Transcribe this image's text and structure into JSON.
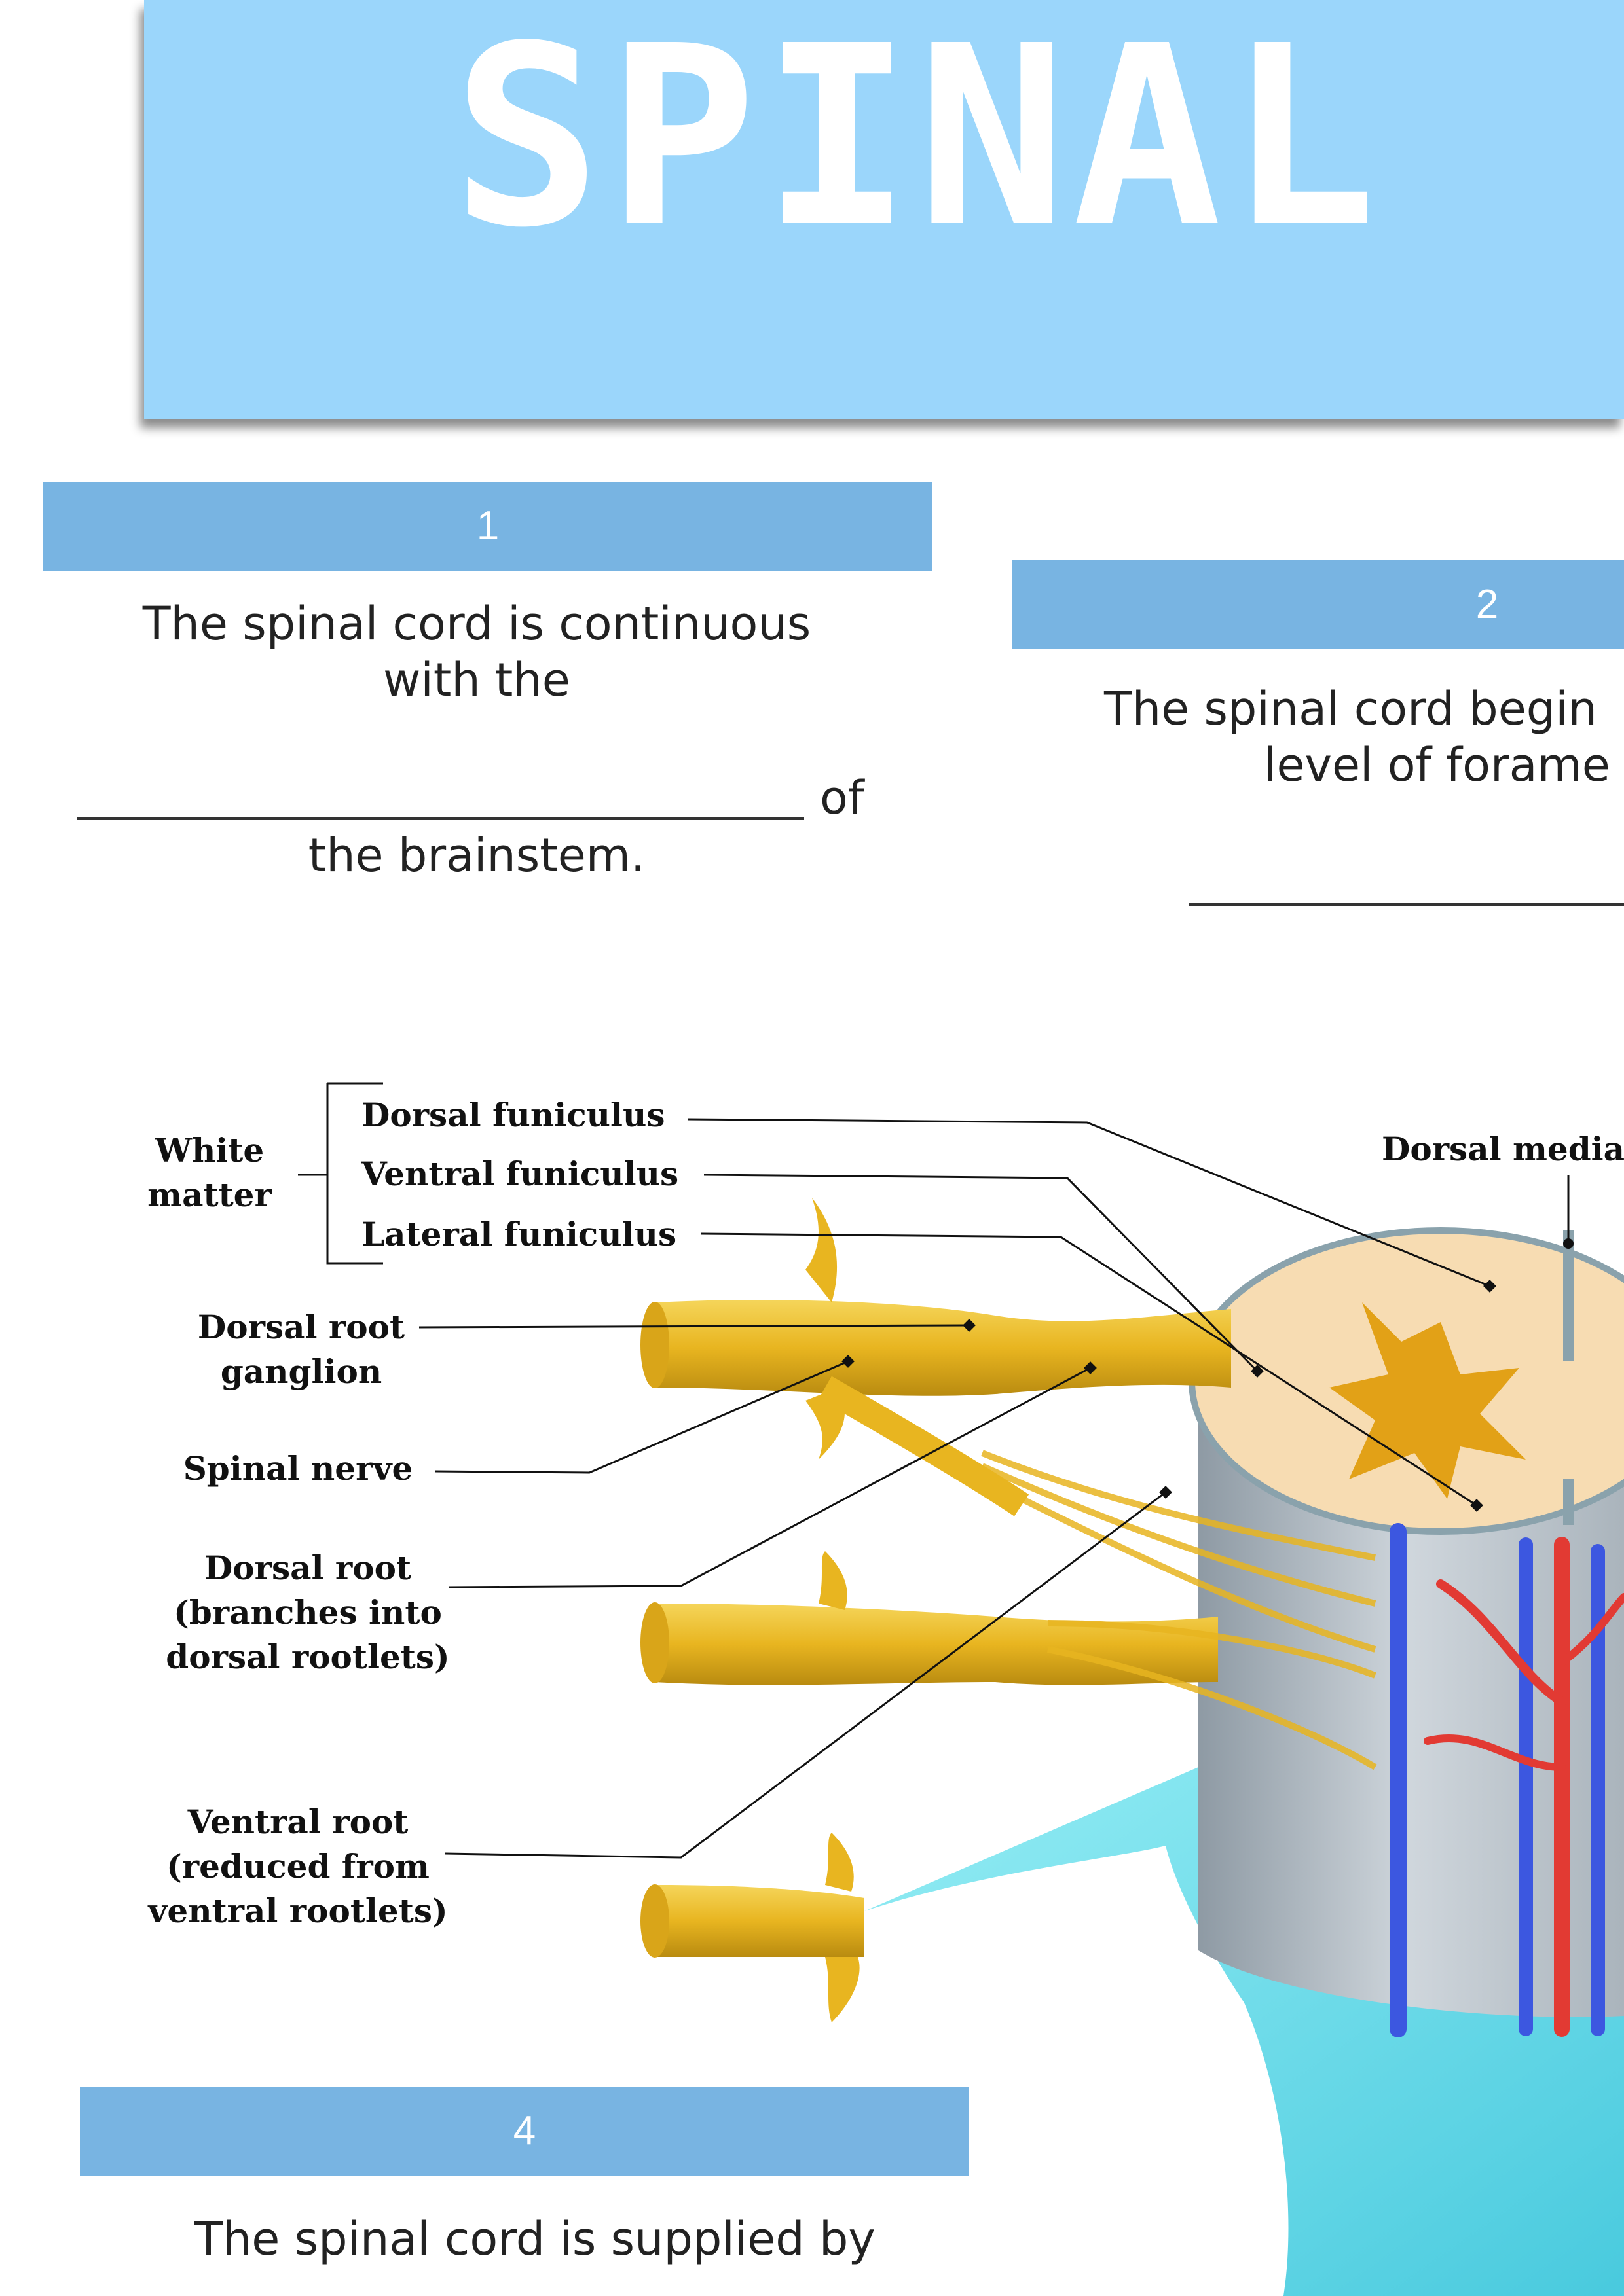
{
  "title": "SPINAL",
  "sections": [
    {
      "number": "1",
      "line1": "The spinal cord is continuous",
      "line2": "with the",
      "after_blank": "of",
      "line3": "the brainstem."
    },
    {
      "number": "2",
      "line1": "The spinal cord begin",
      "line2": "level of forame"
    },
    {
      "number": "4",
      "line1": "The spinal cord is supplied by"
    }
  ],
  "diagram": {
    "labels": {
      "white_matter": [
        "White",
        "matter"
      ],
      "dorsal_funiculus": "Dorsal funiculus",
      "ventral_funiculus": "Ventral funiculus",
      "lateral_funiculus": "Lateral funiculus",
      "dorsal_root_ganglion": [
        "Dorsal root",
        "ganglion"
      ],
      "spinal_nerve": "Spinal nerve",
      "dorsal_root": [
        "Dorsal root",
        "(branches into",
        "dorsal rootlets)"
      ],
      "ventral_root": [
        "Ventral root",
        "(reduced from",
        "ventral rootlets)"
      ],
      "dorsal_median": "Dorsal media"
    },
    "colors": {
      "nerve": "#e8b520",
      "gray_matter": "#e2a117",
      "white_matter": "#f7dcb2",
      "meninges": "#6fe0ee",
      "artery": "#e23a33",
      "vein": "#3c57e0"
    }
  }
}
